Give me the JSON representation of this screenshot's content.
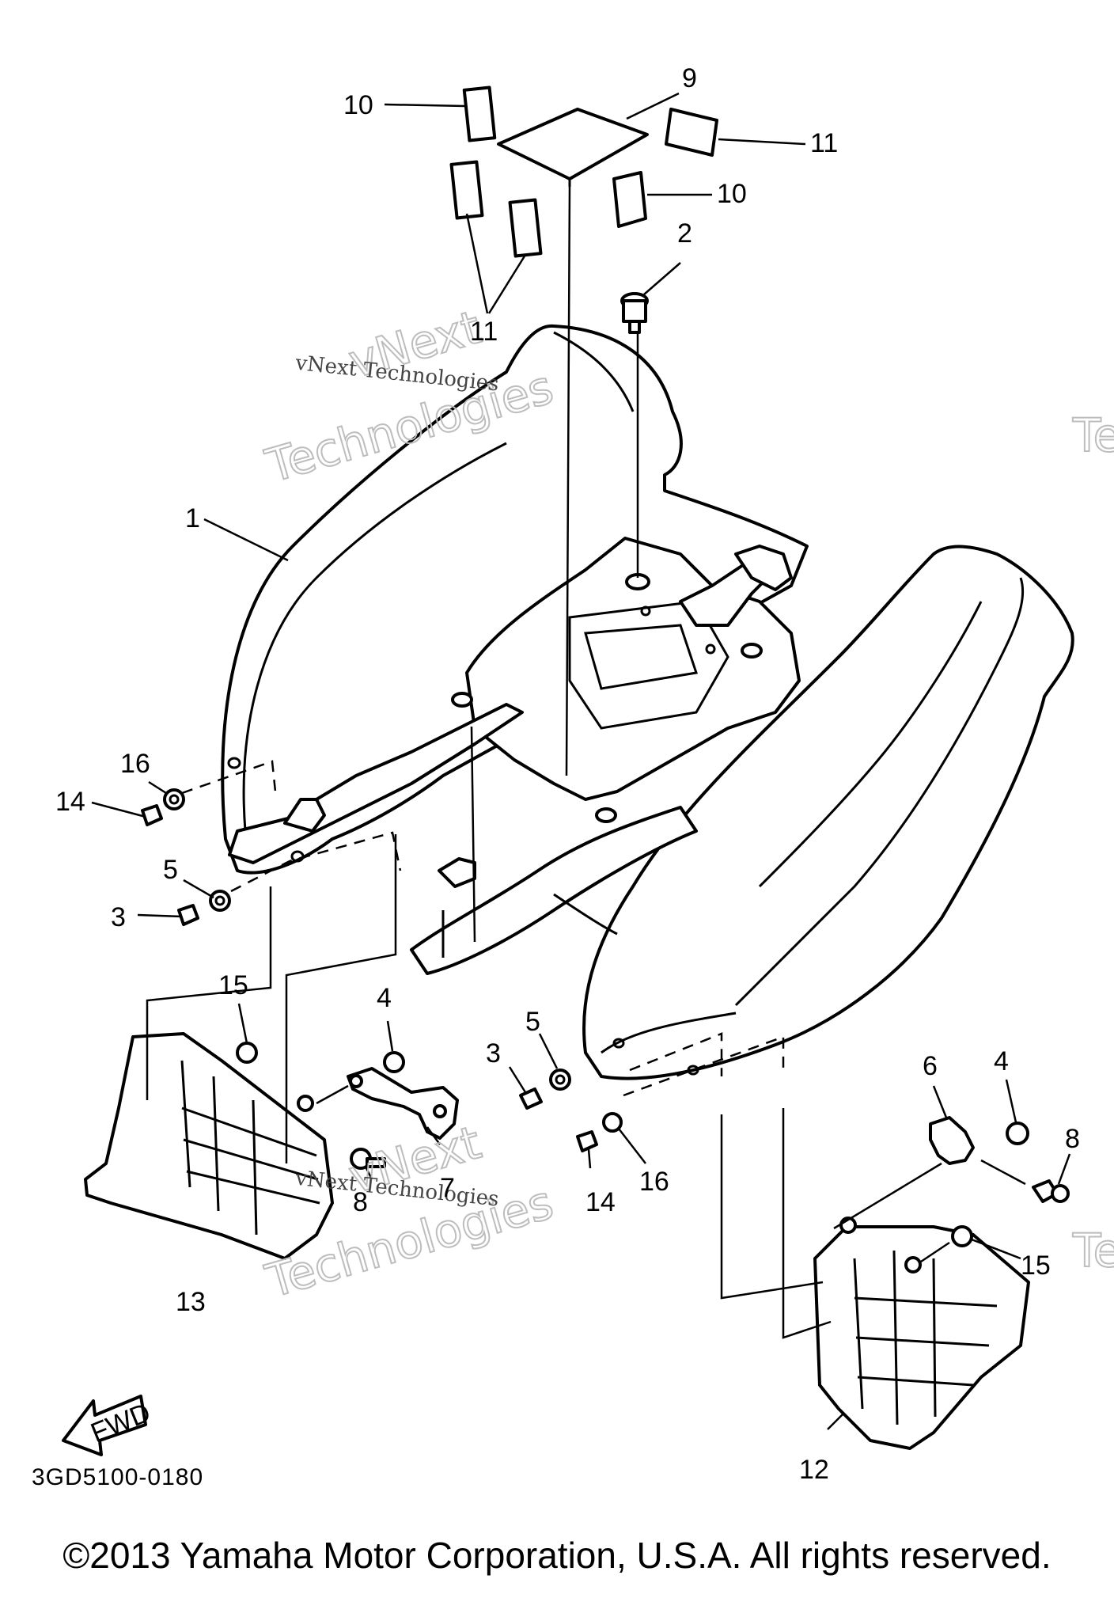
{
  "diagram": {
    "drawing_code": "3GD5100-0180",
    "copyright": "©2013 Yamaha Motor Corporation, U.S.A. All rights reserved.",
    "fwd_label": "FWD",
    "watermark": {
      "line1": "vNext",
      "line2": "Technologies",
      "small": "vNext Technologies",
      "edge": "Te"
    },
    "callouts": {
      "c1": "1",
      "c2": "2",
      "c3a": "3",
      "c3b": "3",
      "c4a": "4",
      "c4b": "4",
      "c5a": "5",
      "c5b": "5",
      "c6": "6",
      "c7": "7",
      "c8a": "8",
      "c8b": "8",
      "c9": "9",
      "c10a": "10",
      "c10b": "10",
      "c11a": "11",
      "c11b": "11",
      "c12": "12",
      "c13": "13",
      "c14a": "14",
      "c14b": "14",
      "c15a": "15",
      "c15b": "15",
      "c16a": "16",
      "c16b": "16"
    }
  }
}
